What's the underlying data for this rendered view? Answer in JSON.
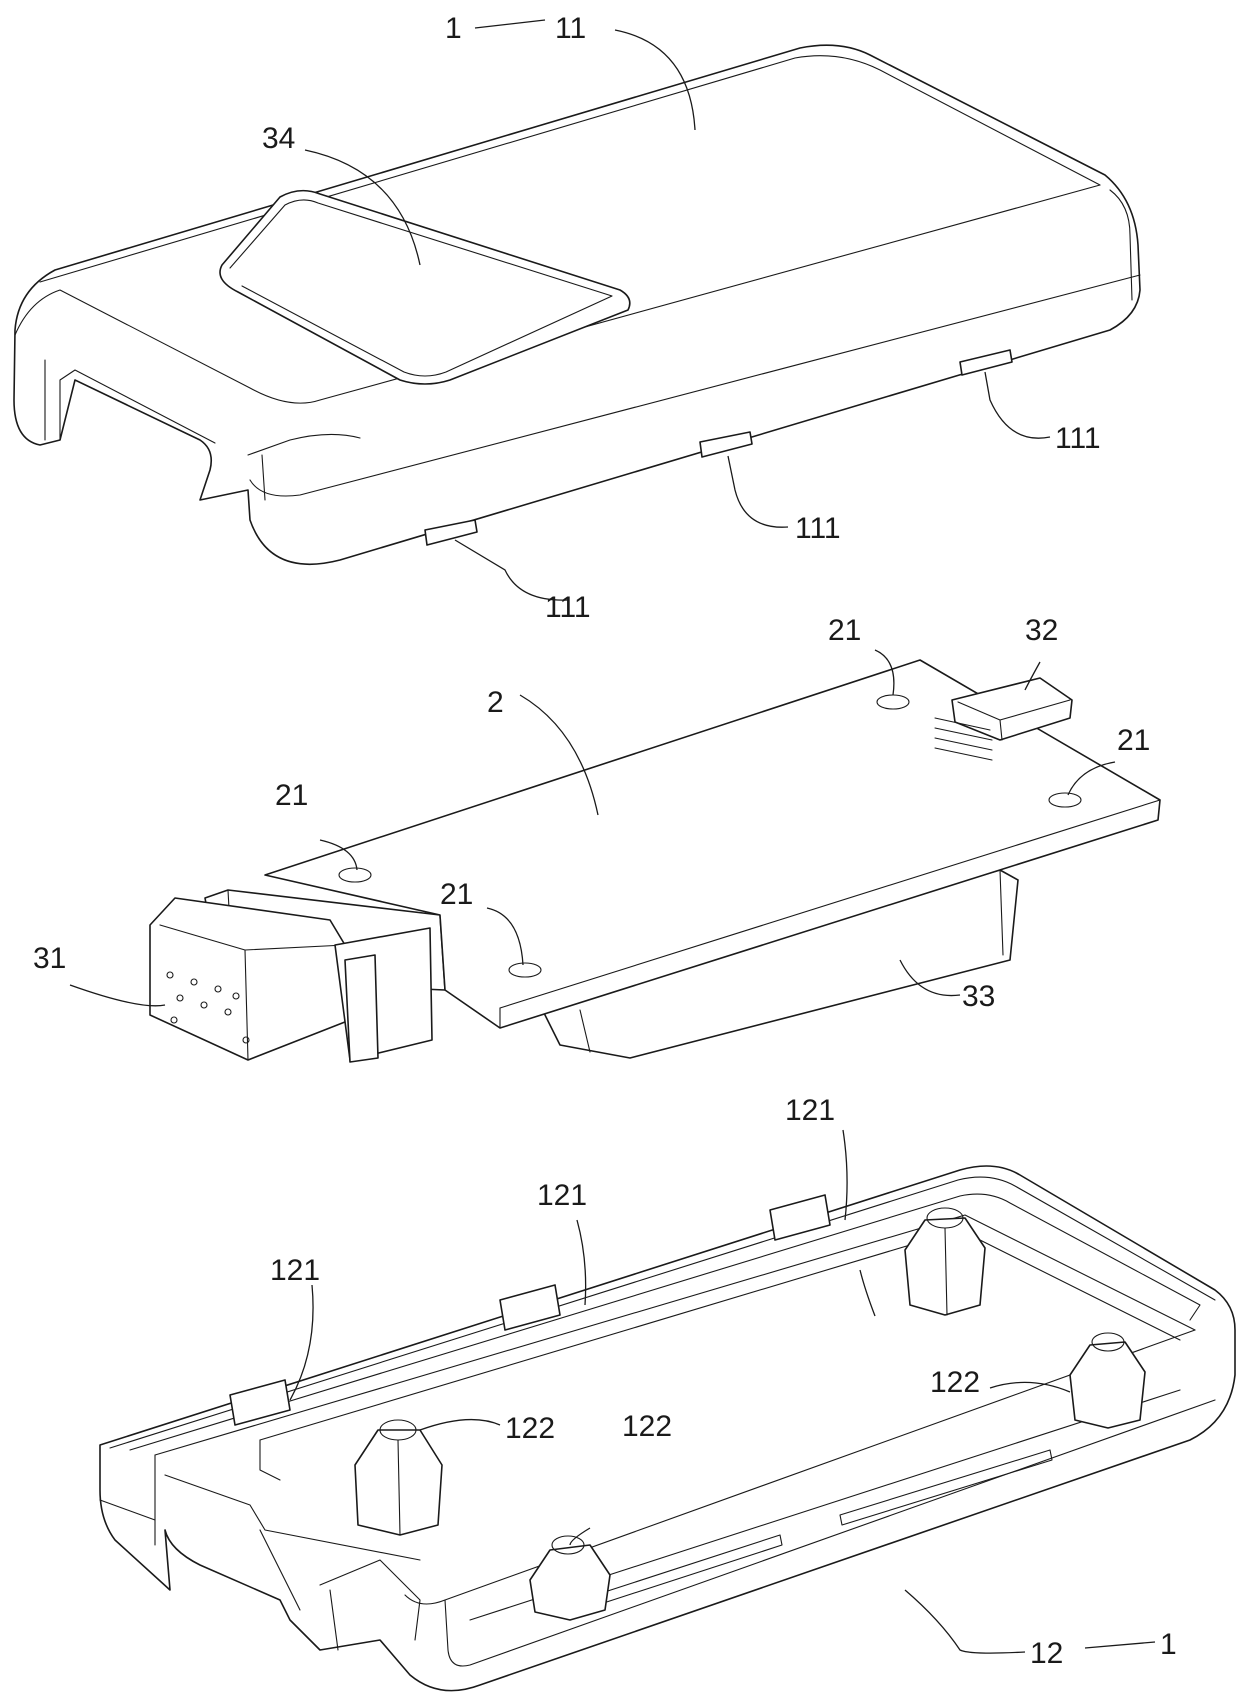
{
  "labels": {
    "top_assembly": "1",
    "top_cover": "11",
    "top_window": "34",
    "clip_a": "111",
    "clip_b": "111",
    "clip_c": "111",
    "hole_a": "21",
    "hole_b": "21",
    "hole_c": "21",
    "hole_d": "21",
    "usb_port": "32",
    "circuit_board": "2",
    "connector": "31",
    "battery": "33",
    "slot_a": "121",
    "slot_b": "121",
    "slot_c": "121",
    "post_a": "122",
    "post_b": "122",
    "post_c": "122",
    "bottom_shell": "12",
    "bottom_assembly": "1"
  }
}
